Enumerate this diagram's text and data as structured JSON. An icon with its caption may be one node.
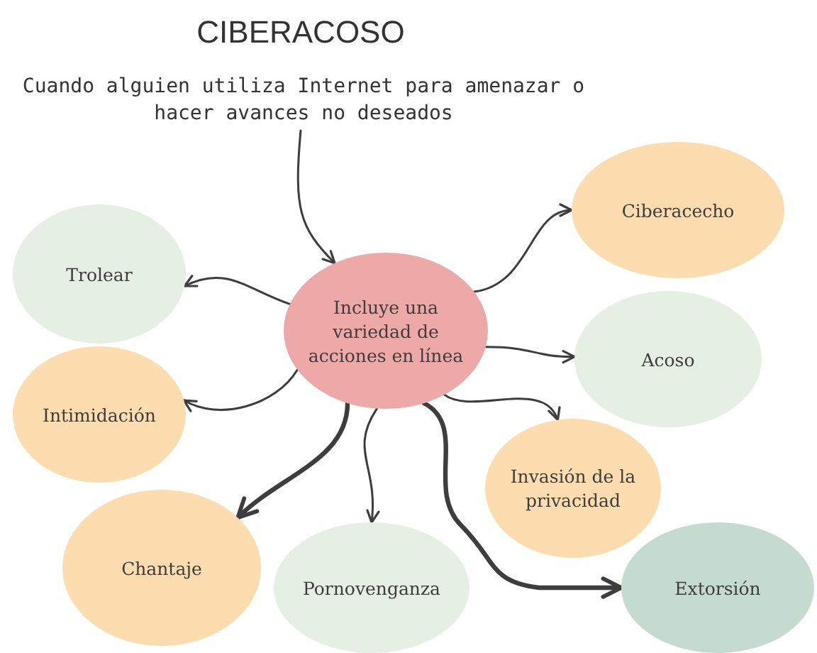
{
  "diagram": {
    "title": "CIBERACOSO",
    "nodes": [
      {
        "text": [
          "Cuando alguien utiliza Internet para amenazar o hacer avances no deseados"
        ]
      },
      {
        "text": [
          "Incluye una variedad de acciones en línea"
        ]
      },
      {
        "text": [
          "Ciberacecho"
        ]
      },
      {
        "text": [
          "Trolear"
        ]
      },
      {
        "text": [
          "Acoso"
        ]
      },
      {
        "text": [
          "Intimidación"
        ]
      },
      {
        "text": [
          "Invasión de la privacidad"
        ]
      },
      {
        "text": [
          "Chantaje"
        ]
      },
      {
        "text": [
          "Pornovenganza"
        ]
      },
      {
        "text": [
          "Extorsión"
        ]
      }
    ],
    "edges": [
      {
        "from": 0,
        "to": 1,
        "arrow": "to"
      },
      {
        "from": 1,
        "to": 2,
        "arrow": "to"
      },
      {
        "from": 1,
        "to": 3,
        "arrow": "to"
      },
      {
        "from": 1,
        "to": 4,
        "arrow": "to"
      },
      {
        "from": 1,
        "to": 5,
        "arrow": "to"
      },
      {
        "from": 1,
        "to": 6,
        "arrow": "to"
      },
      {
        "from": 1,
        "to": 7,
        "arrow": "to",
        "style": "thick"
      },
      {
        "from": 1,
        "to": 8,
        "arrow": "to"
      },
      {
        "from": 1,
        "to": 9,
        "arrow": "to",
        "style": "thick"
      }
    ]
  }
}
